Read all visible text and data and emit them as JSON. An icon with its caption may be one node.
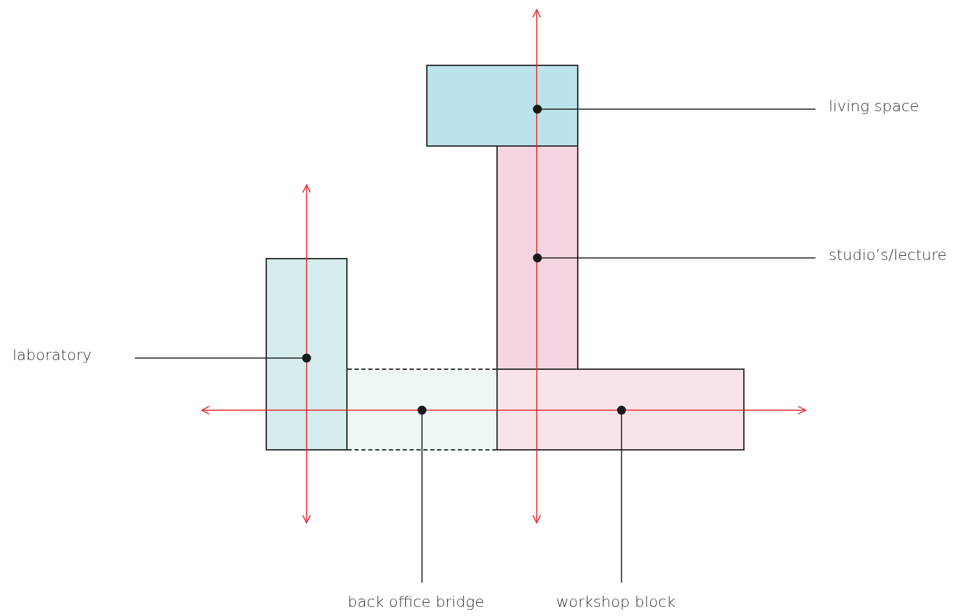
{
  "diagram": {
    "nodes": [
      {
        "text": [],
        "shape": "box"
      },
      {
        "text": [],
        "shape": "box"
      },
      {
        "text": [],
        "shape": "box"
      },
      {
        "text": [],
        "shape": "box"
      },
      {
        "text": [],
        "shape": "box"
      },
      {
        "text": [
          "living space"
        ]
      },
      {
        "text": [
          "studio’s/lecture"
        ]
      },
      {
        "text": [
          "laboratory"
        ]
      },
      {
        "text": [
          "back office bridge"
        ]
      },
      {
        "text": [
          "workshop block"
        ]
      }
    ],
    "edges": [
      {
        "from": 5,
        "to": 0,
        "arrow": "other"
      },
      {
        "from": 6,
        "to": 1,
        "arrow": "other"
      },
      {
        "from": 7,
        "to": 2,
        "arrow": "other"
      },
      {
        "from": 8,
        "to": 3,
        "arrow": "other"
      },
      {
        "from": 9,
        "to": 4,
        "arrow": "other"
      }
    ]
  }
}
